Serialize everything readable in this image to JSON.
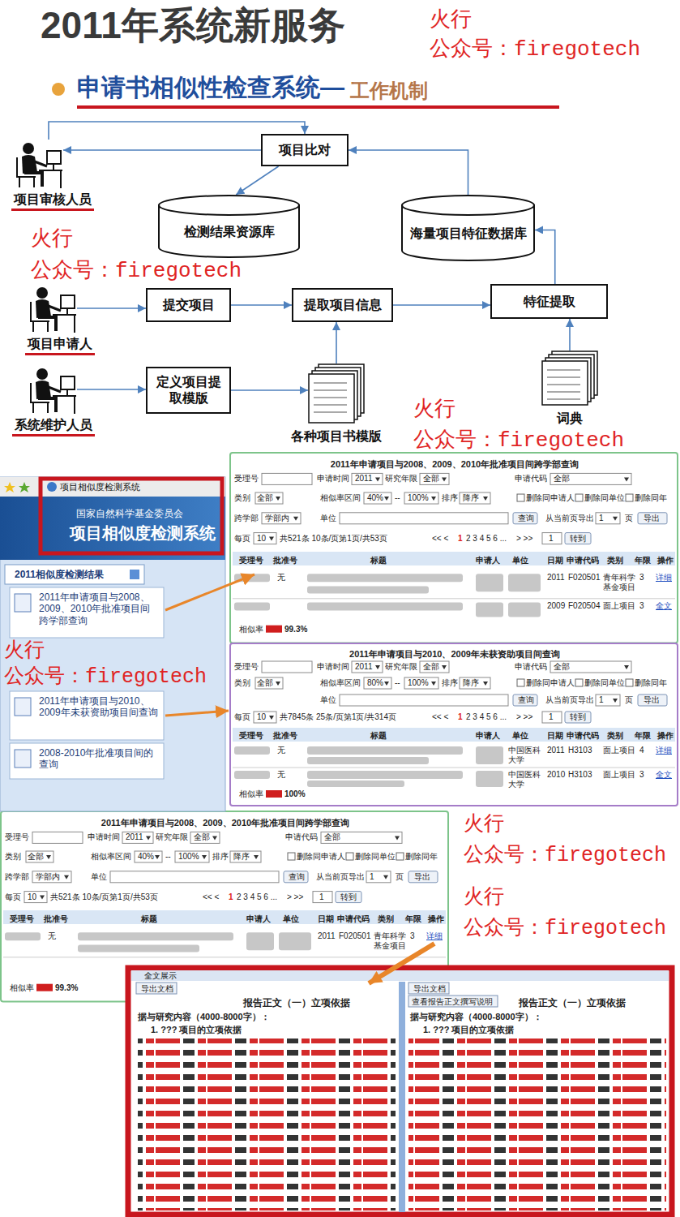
{
  "diagram": {
    "title": "2011年系统新服务",
    "nodes": [
      {
        "text": [
          "项目审核人员"
        ]
      },
      {
        "text": [
          "项目比对"
        ]
      },
      {
        "text": [
          "检测结果资源库"
        ]
      },
      {
        "text": [
          "海量项目特征数据库"
        ]
      },
      {
        "text": [
          "项目申请人"
        ]
      },
      {
        "text": [
          "提交项目"
        ]
      },
      {
        "text": [
          "提取项目信息"
        ]
      },
      {
        "text": [
          "特征提取"
        ]
      },
      {
        "text": [
          "系统维护人员"
        ]
      },
      {
        "text": [
          "定义项目提取模版"
        ]
      },
      {
        "text": [
          "各种项目书模版"
        ]
      },
      {
        "text": [
          "词典"
        ]
      }
    ],
    "edges": [
      {
        "from": 0,
        "to": 1,
        "arrow": "to"
      },
      {
        "from": 1,
        "to": 0,
        "arrow": "to"
      },
      {
        "from": 1,
        "to": 2,
        "arrow": "to"
      },
      {
        "from": 3,
        "to": 1,
        "arrow": "to"
      },
      {
        "from": 4,
        "to": 5,
        "arrow": "to"
      },
      {
        "from": 5,
        "to": 6,
        "arrow": "to"
      },
      {
        "from": 6,
        "to": 7,
        "arrow": "to"
      },
      {
        "from": 7,
        "to": 3,
        "arrow": "to"
      },
      {
        "from": 11,
        "to": 7,
        "arrow": "to"
      },
      {
        "from": 10,
        "to": 6,
        "arrow": "to"
      },
      {
        "from": 8,
        "to": 9,
        "arrow": "to"
      },
      {
        "from": 9,
        "to": 10,
        "arrow": "to"
      }
    ],
    "labels": [
      "申请书相似性检查系统—",
      "工作机制",
      "火行",
      "公众号：firegotech",
      "火行",
      "公众号：firegotech",
      "火行",
      "公众号：firegotech",
      "项目相似度检测系统",
      "国家自然科学基金委员会",
      "项目相似度检测系统",
      "2011相似度检测结果",
      "2011年申请项目与2008、2009、2010年批准项目间跨学部查询",
      "2011年申请项目与2010、2009年未获资助项目间查询",
      "2008-2010年批准项目间的查询",
      "火行",
      "公众号：firegotech",
      "2011年申请项目与2008、2009、2010年批准项目间跨学部查询",
      "受理号",
      "申请时间",
      "2011",
      "研究年限",
      "全部",
      "申请代码",
      "全部",
      "类别",
      "全部",
      "相似率区间",
      "40%",
      "--",
      "100%",
      "排序",
      "降序",
      "删除同申请人",
      "删除同单位",
      "删除同年",
      "跨学部",
      "学部内",
      "单位",
      "查询",
      "从当前页导出",
      "1",
      "页",
      "导出",
      "每页",
      "10",
      "共521条 10条/页第1页/共53页",
      "<< <",
      "1",
      "2 3 4 5 6 ...",
      "> >>",
      "1",
      "转到",
      "受理号",
      "批准号",
      "标题",
      "申请人",
      "单位",
      "日期",
      "申请代码",
      "类别",
      "年限",
      "操作",
      "无",
      "2011",
      "F020501",
      "青年科学基金项目",
      "3",
      "详细",
      "2009",
      "F020504",
      "面上项目",
      "3",
      "全文",
      "相似率",
      "99.3%",
      "2011年申请项目与2010、2009年未获资助项目间查询",
      "受理号",
      "申请时间",
      "2011",
      "研究年限",
      "全部",
      "申请代码",
      "全部",
      "类别",
      "全部",
      "相似率区间",
      "80%",
      "--",
      "100%",
      "排序",
      "降序",
      "删除同申请人",
      "删除同单位",
      "删除同年",
      "单位",
      "查询",
      "从当前页导出",
      "1",
      "页",
      "导出",
      "每页",
      "10",
      "共7845条 25条/页第1页/共314页",
      "<< <",
      "1",
      "2 3 4 5 6 ...",
      "> >>",
      "1",
      "转到",
      "受理号",
      "批准号",
      "标题",
      "申请人",
      "单位",
      "日期",
      "申请代码",
      "类别",
      "年限",
      "操作",
      "无",
      "中国医科大学",
      "2011",
      "H3103",
      "面上项目",
      "4",
      "详细",
      "无",
      "中国医科大学",
      "2010",
      "H3103",
      "面上项目",
      "3",
      "全文",
      "相似率",
      "100%",
      "火行",
      "公众号：firegotech",
      "2011年申请项目与2008、2009、2010年批准项目间跨学部查询",
      "受理号",
      "申请时间",
      "2011",
      "研究年限",
      "全部",
      "申请代码",
      "全部",
      "类别",
      "全部",
      "相似率区间",
      "40%",
      "--",
      "100%",
      "排序",
      "降序",
      "删除同申请人",
      "删除同单位",
      "删除同年",
      "跨学部",
      "学部内",
      "单位",
      "查询",
      "从当前页导出",
      "1",
      "页",
      "导出",
      "每页",
      "10",
      "共521条 10条/页第1页/共53页",
      "<< <",
      "1",
      "2 3 4 5 6 ...",
      "> >>",
      "1",
      "转到",
      "受理号",
      "批准号",
      "标题",
      "申请人",
      "单位",
      "日期",
      "申请代码",
      "类别",
      "年限",
      "操作",
      "无",
      "2011",
      "F020501",
      "青年科学基金项目",
      "3",
      "详细",
      "相似率",
      "99.3%",
      "火行",
      "公众号：firegotech",
      "全文展示",
      "导出文档",
      "报告正文（一）立项依据",
      "据与研究内容（4000-8000字）：",
      "1. ??? 项目的立项依据",
      "导出文档",
      "查看报告正文撰写说明",
      "报告正文（一）立项依据",
      "据与研究内容（4000-8000字）：",
      "1. ??? 项目的立项依据"
    ]
  }
}
